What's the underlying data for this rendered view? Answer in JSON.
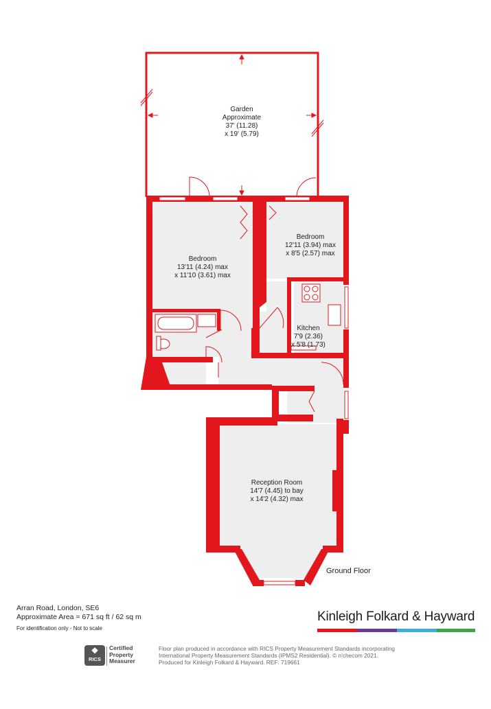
{
  "rooms": {
    "garden": [
      "Garden",
      "Approximate",
      "37' (11.28)",
      "x 19' (5.79)"
    ],
    "bedroom1": [
      "Bedroom",
      "13'11 (4.24) max",
      "x 11'10 (3.61) max"
    ],
    "bedroom2": [
      "Bedroom",
      "12'11 (3.94) max",
      "x 8'5 (2.57) max"
    ],
    "kitchen": [
      "Kitchen",
      "7'9 (2.36)",
      "x 5'8 (1.73)"
    ],
    "reception": [
      "Reception Room",
      "14'7 (4.45) to bay",
      "x 14'2 (4.32) max"
    ]
  },
  "floor_label": "Ground Floor",
  "address": "Arran Road, London, SE6",
  "area": "Approximate Area = 671 sq ft / 62 sq m",
  "id_note": "For identification only - Not to scale",
  "brand": {
    "name": "Kinleigh Folkard & Hayward",
    "bar_colors": [
      "#e2171d",
      "#6a3a8c",
      "#3eaed9",
      "#3da34b"
    ]
  },
  "rics": {
    "logo_text": "RICS",
    "cert_lines": [
      "Certified",
      "Property",
      "Measurer"
    ]
  },
  "disclaimer": [
    "Floor plan produced in accordance with RICS Property Measurement Standards incorporating",
    "International Property Measurement Standards (IPMS2 Residential).  © n'checom 2021.",
    "Produced for Kinleigh Folkard & Hayward.   REF: 719661"
  ],
  "colors": {
    "wall": "#e2171d",
    "floor": "#eeeeee",
    "ink": "#222222"
  }
}
